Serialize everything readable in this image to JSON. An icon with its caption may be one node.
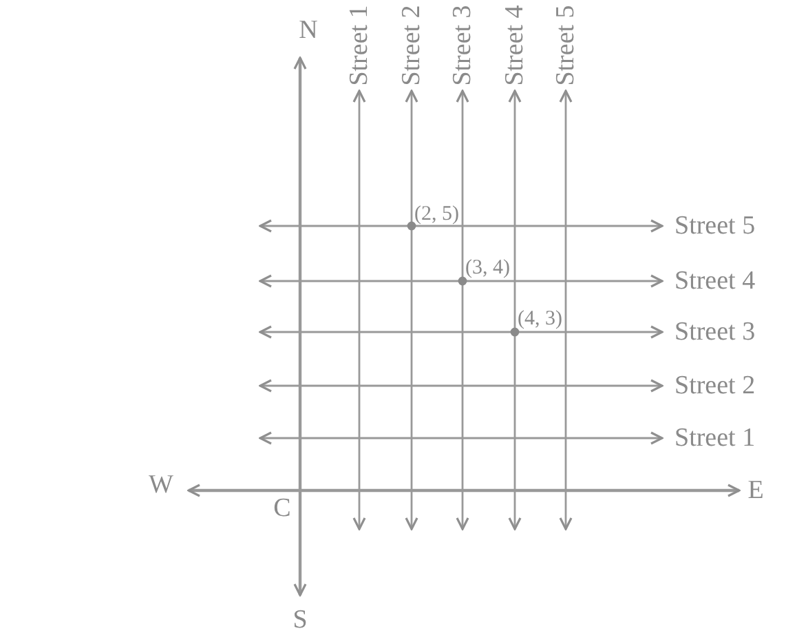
{
  "diagram": {
    "labels": [
      "N",
      "Street 1",
      "Street 2",
      "Street 3",
      "Street 4",
      "Street 5",
      "(2, 5)",
      "Street 5",
      "(3, 4)",
      "Street 4",
      "(4, 3)",
      "Street 3",
      "Street 2",
      "Street 1",
      "W",
      "E",
      "C",
      "S"
    ]
  }
}
